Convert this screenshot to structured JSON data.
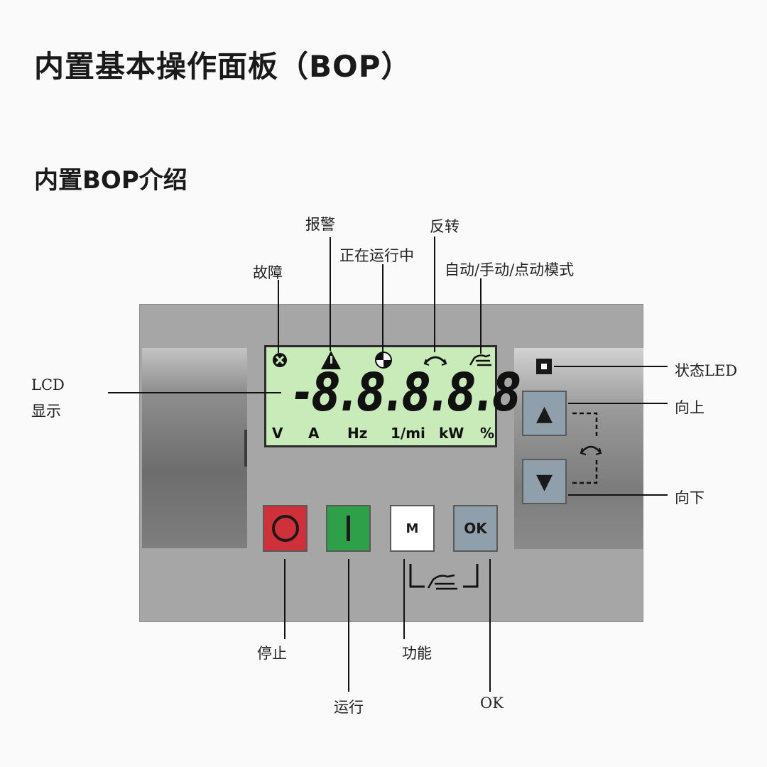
{
  "title": "内置基本操作面板（BOP）",
  "subtitle": "内置BOP介绍",
  "callouts": {
    "fault": "故障",
    "alarm": "报警",
    "running": "正在运行中",
    "reverse": "反转",
    "mode": "自动/手动/点动模式",
    "lcd_line1": "LCD",
    "lcd_line2": "显示",
    "status_led": "状态LED",
    "up": "向上",
    "down": "向下",
    "stop": "停止",
    "run": "运行",
    "function": "功能",
    "ok": "OK"
  },
  "lcd": {
    "digits": "-8.8.8.8.8",
    "units": [
      "V",
      "A",
      "Hz",
      "1/mi",
      "kW",
      "%"
    ],
    "background": "#c9ebb9"
  },
  "keys": {
    "stop_color": "#d0303a",
    "run_color": "#2ea04a",
    "m_label": "M",
    "ok_label": "OK",
    "up_glyph": "▲",
    "down_glyph": "▼"
  },
  "icons": [
    "fault-icon",
    "alarm-icon",
    "running-icon",
    "reverse-icon",
    "hand-mode-icon",
    "status-led-icon"
  ]
}
